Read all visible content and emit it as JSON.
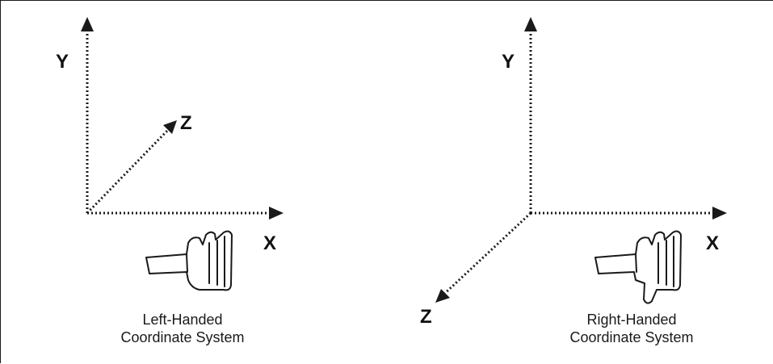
{
  "diagrams": {
    "left": {
      "axes": {
        "y": "Y",
        "x": "X",
        "z": "Z"
      },
      "hand_icon": "left-hand-icon",
      "caption": {
        "line1": "Left-Handed",
        "line2": "Coordinate System"
      }
    },
    "right": {
      "axes": {
        "y": "Y",
        "x": "X",
        "z": "Z"
      },
      "hand_icon": "right-hand-icon",
      "caption": {
        "line1": "Right-Handed",
        "line2": "Coordinate System"
      }
    }
  }
}
